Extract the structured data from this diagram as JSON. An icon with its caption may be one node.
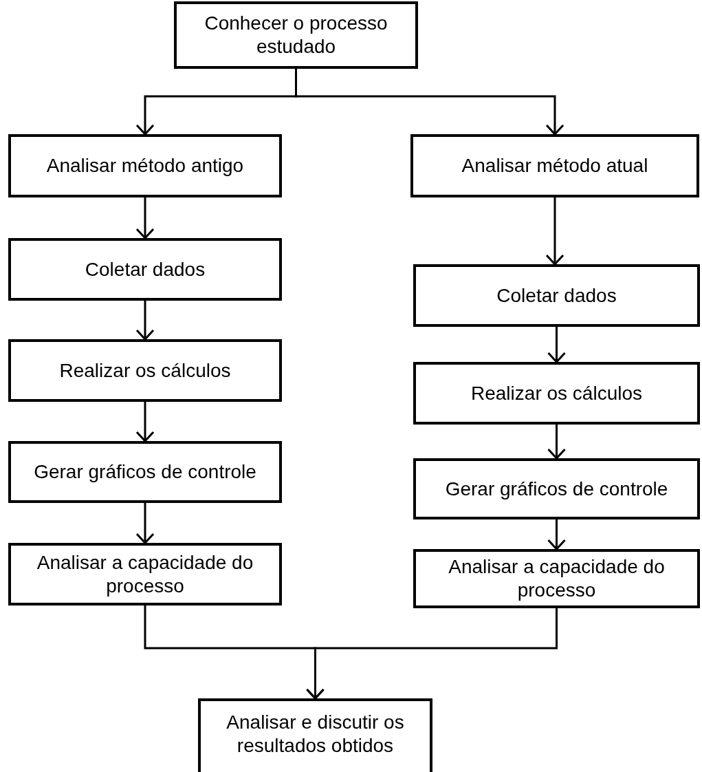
{
  "diagram": {
    "nodes": [
      {
        "text": [
          "Conhecer o processo estudado"
        ]
      },
      {
        "text": [
          "Analisar método antigo"
        ]
      },
      {
        "text": [
          "Analisar método atual"
        ]
      },
      {
        "text": [
          "Coletar dados"
        ]
      },
      {
        "text": [
          "Coletar dados"
        ]
      },
      {
        "text": [
          "Realizar os cálculos"
        ]
      },
      {
        "text": [
          "Realizar os cálculos"
        ]
      },
      {
        "text": [
          "Gerar gráficos de controle"
        ]
      },
      {
        "text": [
          "Gerar gráficos de controle"
        ]
      },
      {
        "text": [
          "Analisar a capacidade do processo"
        ]
      },
      {
        "text": [
          "Analisar a capacidade do processo"
        ]
      },
      {
        "text": [
          "Analisar e discutir os resultados obtidos"
        ]
      }
    ],
    "edges": [
      {
        "from": 0,
        "to": 1,
        "arrow": "to"
      },
      {
        "from": 0,
        "to": 2,
        "arrow": "to"
      },
      {
        "from": 1,
        "to": 3,
        "arrow": "to"
      },
      {
        "from": 3,
        "to": 5,
        "arrow": "to"
      },
      {
        "from": 5,
        "to": 7,
        "arrow": "to"
      },
      {
        "from": 7,
        "to": 9,
        "arrow": "to"
      },
      {
        "from": 2,
        "to": 4,
        "arrow": "to"
      },
      {
        "from": 4,
        "to": 6,
        "arrow": "to"
      },
      {
        "from": 6,
        "to": 8,
        "arrow": "to"
      },
      {
        "from": 8,
        "to": 10,
        "arrow": "to"
      },
      {
        "from": 9,
        "to": 11,
        "arrow": "to"
      },
      {
        "from": 10,
        "to": 11,
        "arrow": "to"
      }
    ]
  }
}
